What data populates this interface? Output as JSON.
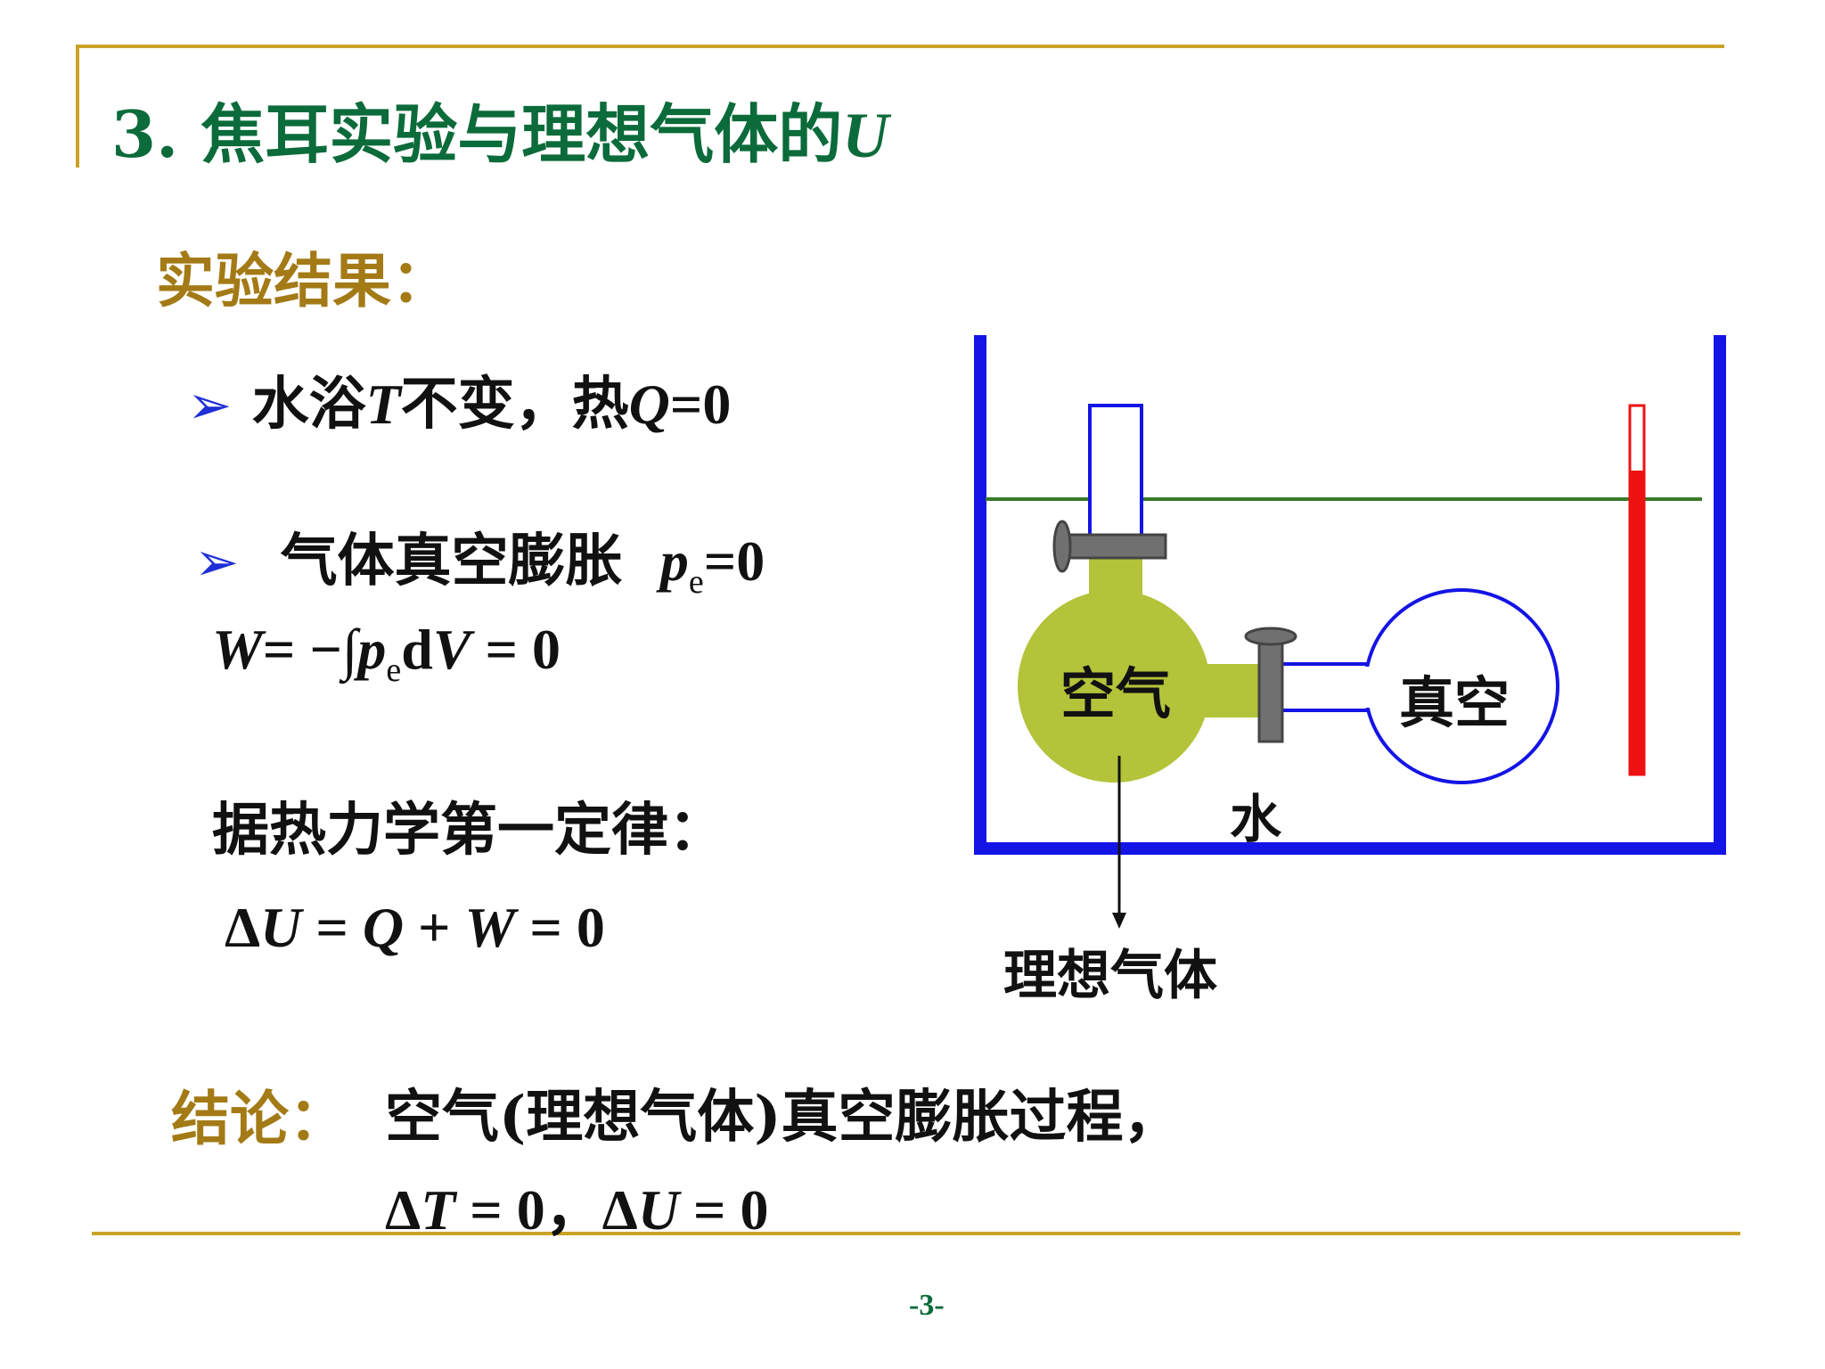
{
  "slide": {
    "title_number": "3.",
    "title_text": "焦耳实验与理想气体的",
    "title_symbol": "U",
    "section_heading": "实验结果：",
    "bullet_marker": "➢",
    "bullet1": {
      "pre": "水浴",
      "T": "T",
      "mid": "不变，热",
      "Q": "Q",
      "post": "=0"
    },
    "bullet2": {
      "text": "气体真空膨胀",
      "p": "p",
      "sub": "e",
      "post": "=0"
    },
    "work_formula": {
      "W": "W",
      "eq": "= −∫",
      "p": "p",
      "sub": "e",
      "d": "d",
      "V": "V",
      "post": " = 0"
    },
    "first_law_label": "据热力学第一定律：",
    "delta_formula": {
      "pre": "Δ",
      "U": "U",
      "eq1": " = ",
      "Q": "Q",
      "plus": " + ",
      "W": "W",
      "post": " = 0"
    },
    "conclusion_label": "结论：",
    "conclusion_line1": "空气(理想气体)真空膨胀过程，",
    "conclusion_line2": {
      "d1": "Δ",
      "T": "T",
      "mid": " = 0，Δ",
      "U": "U",
      "post": " = 0"
    },
    "page_number": "-3-"
  },
  "diagram": {
    "air_label": "空气",
    "vacuum_label": "真空",
    "water_label": "水",
    "ideal_gas_label": "理想气体"
  },
  "colors": {
    "title_green": "#0b6b3a",
    "heading_gold": "#a37a16",
    "rule_gold": "#c9a227",
    "bath_blue": "#1414e6",
    "water_line": "#3a7a2a",
    "flask_green": "#b3c33a",
    "stopcock_gray": "#707070",
    "thermometer_red": "#ee1111"
  }
}
